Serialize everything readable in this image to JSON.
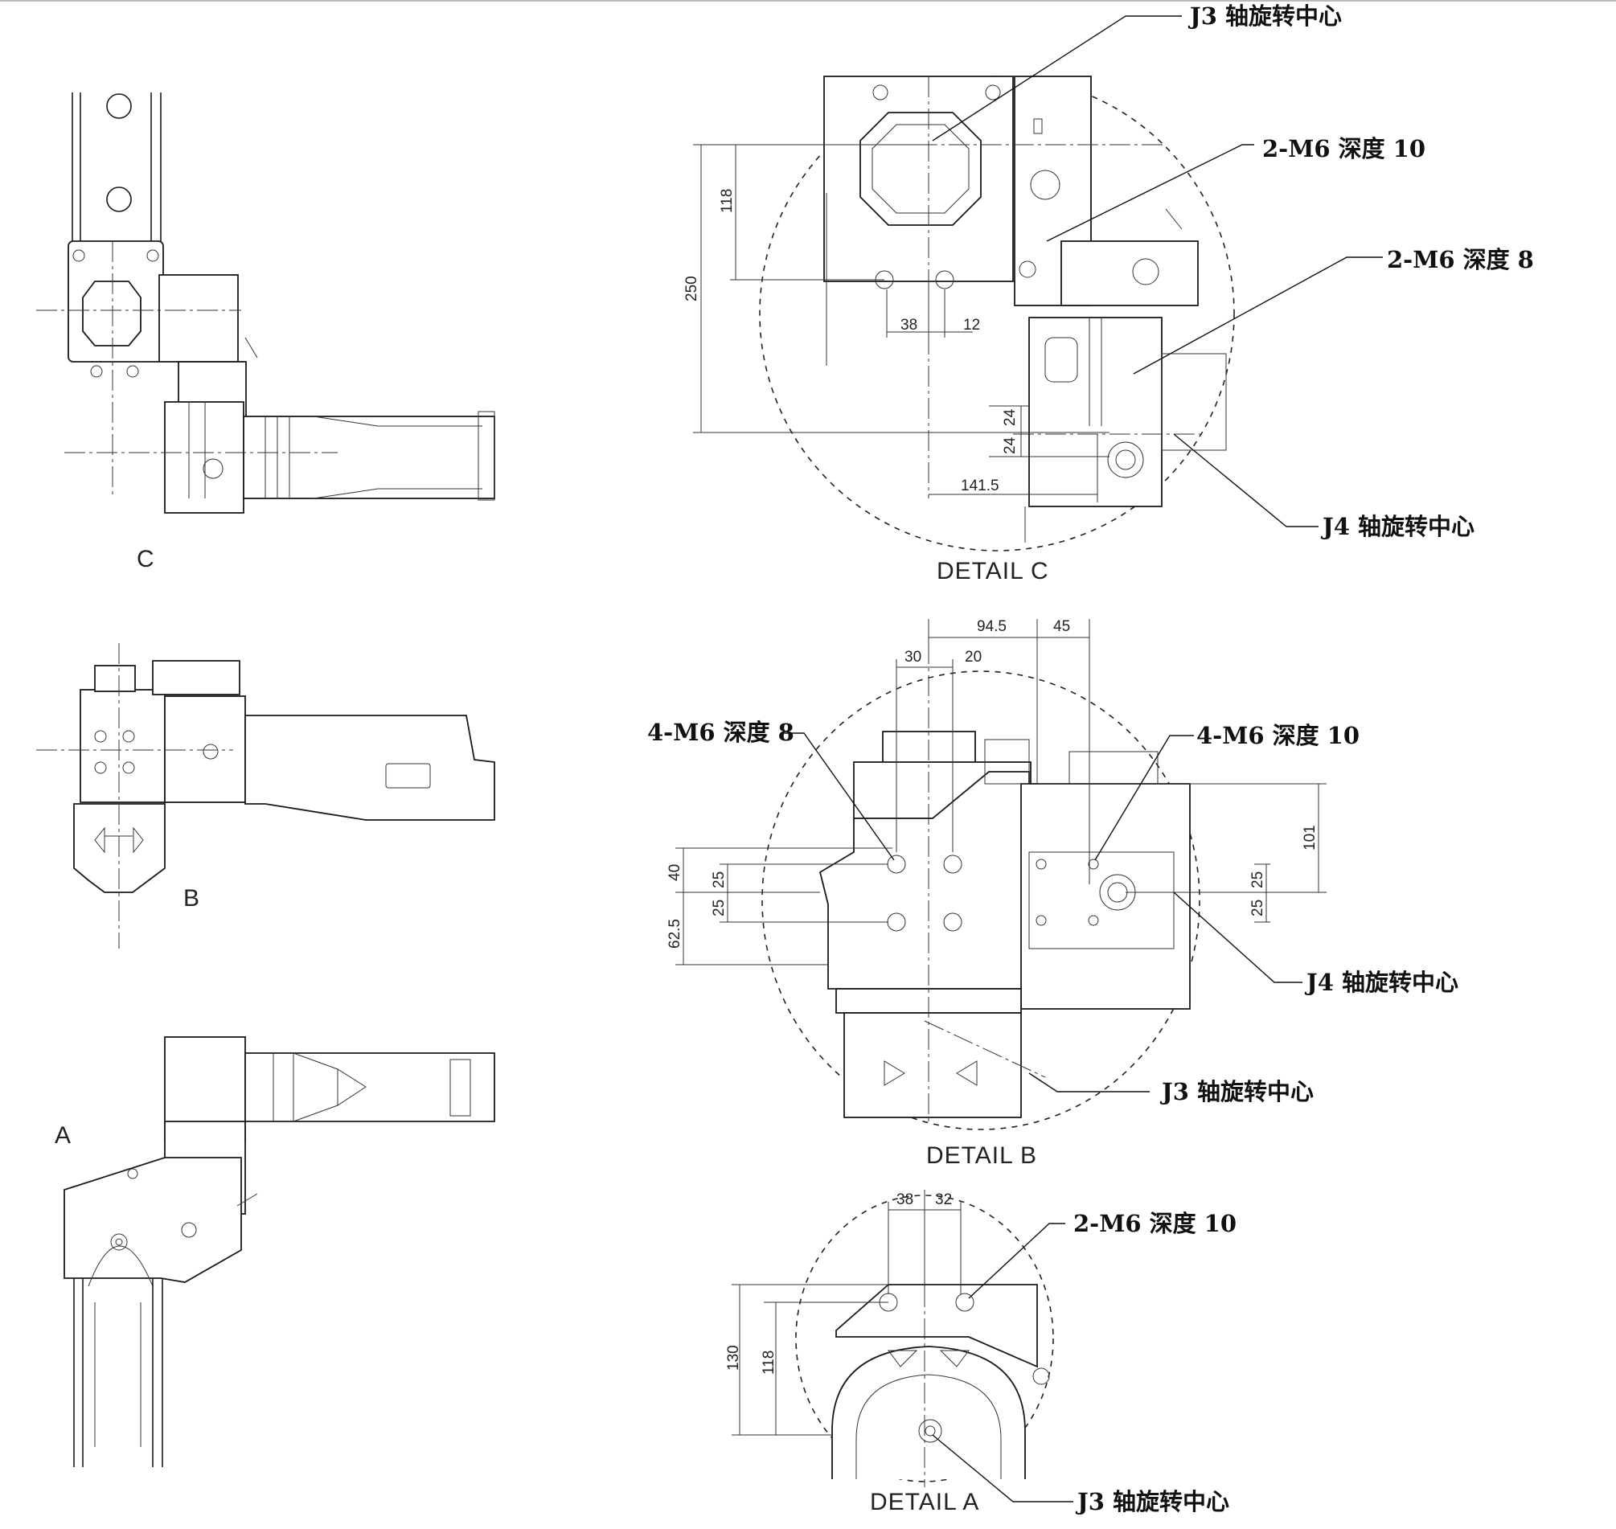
{
  "views": {
    "c": "C",
    "b": "B",
    "a": "A"
  },
  "details": {
    "c": "DETAIL C",
    "b": "DETAIL B",
    "a": "DETAIL A"
  },
  "callouts": {
    "c_j3": "J3 轴旋转中心",
    "c_m6_10": "2-M6  深度 10",
    "c_m6_8": "2-M6  深度 8",
    "c_j4": "J4 轴旋转中心",
    "b_4m6_8": "4-M6  深度 8",
    "b_4m6_10": "4-M6  深度 10",
    "b_j4": "J4 轴旋转中心",
    "b_j3": "J3 轴旋转中心",
    "a_m6_10": "2-M6  深度 10",
    "a_j3": "J3 轴旋转中心"
  },
  "dims": {
    "c_250": "250",
    "c_118": "118",
    "c_38": "38",
    "c_12": "12",
    "c_24a": "24",
    "c_24b": "24",
    "c_141": "141.5",
    "b_94": "94.5",
    "b_45": "45",
    "b_30": "30",
    "b_20": "20",
    "b_101": "101",
    "b_40": "40",
    "b_25a": "25",
    "b_25b": "25",
    "b_62": "62.5",
    "b_25c": "25",
    "b_25d": "25",
    "a_38": "38",
    "a_32": "32",
    "a_130": "130",
    "a_118": "118"
  }
}
